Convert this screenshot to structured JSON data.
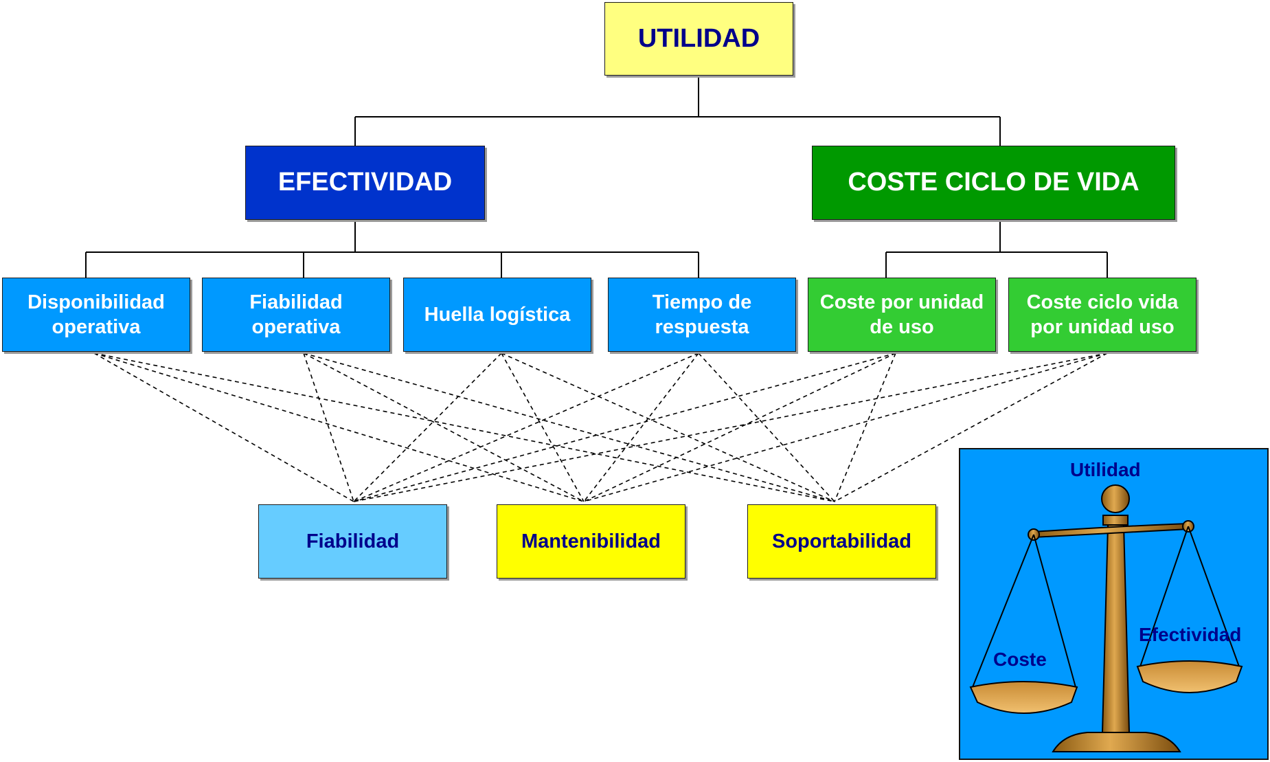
{
  "root": {
    "label": "UTILIDAD"
  },
  "level1": [
    {
      "label": "EFECTIVIDAD"
    },
    {
      "label": "COSTE CICLO DE VIDA"
    }
  ],
  "level2": [
    {
      "label": "Disponibilidad\noperativa"
    },
    {
      "label": "Fiabilidad\noperativa"
    },
    {
      "label": "Huella logística"
    },
    {
      "label": "Tiempo de\nrespuesta"
    },
    {
      "label": "Coste por unidad\nde uso"
    },
    {
      "label": "Coste ciclo vida\npor unidad uso"
    }
  ],
  "level3": [
    {
      "label": "Fiabilidad"
    },
    {
      "label": "Mantenibilidad"
    },
    {
      "label": "Soportabilidad"
    }
  ],
  "scale": {
    "top_label": "Utilidad",
    "left_label": "Coste",
    "right_label": "Efectividad"
  },
  "colors": {
    "root_fill": "#ffff80",
    "root_text": "#00008b",
    "efectividad_fill": "#0033cc",
    "coste_fill": "#009900",
    "level2_blue": "#0099ff",
    "level2_green": "#33cc33",
    "fiabilidad_fill": "#66ccff",
    "yellow_fill": "#ffff00",
    "level3_text": "#00008b",
    "panel_fill": "#0099ff"
  }
}
